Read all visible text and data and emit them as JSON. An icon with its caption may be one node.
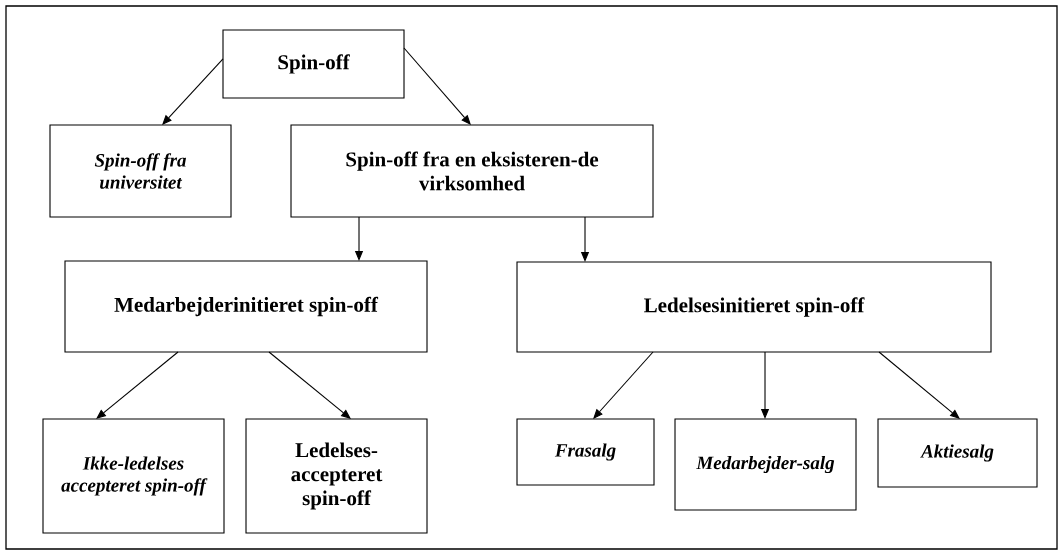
{
  "diagram": {
    "nodes": [
      {
        "text": [
          "Spin-off"
        ]
      },
      {
        "text": [
          "Spin-off fra universitet"
        ]
      },
      {
        "text": [
          "Spin-off fra en eksisteren-de virksomhed"
        ]
      },
      {
        "text": [
          "Medarbejderinitieret spin-off"
        ]
      },
      {
        "text": [
          "Ledelsesinitieret spin-off"
        ]
      },
      {
        "text": [
          "Ikke-ledelses accepteret spin-off"
        ]
      },
      {
        "text": [
          "Ledelses-accepteret spin-off"
        ]
      },
      {
        "text": [
          "Frasalg"
        ]
      },
      {
        "text": [
          "Medarbejder-salg"
        ]
      },
      {
        "text": [
          "Aktiesalg"
        ]
      }
    ],
    "edges": [
      {
        "from": 0,
        "to": 1,
        "arrow": "to"
      },
      {
        "from": 0,
        "to": 2,
        "arrow": "to"
      },
      {
        "from": 2,
        "to": 3,
        "arrow": "to"
      },
      {
        "from": 2,
        "to": 4,
        "arrow": "to"
      },
      {
        "from": 3,
        "to": 5,
        "arrow": "to"
      },
      {
        "from": 3,
        "to": 6,
        "arrow": "to"
      },
      {
        "from": 4,
        "to": 7,
        "arrow": "to"
      },
      {
        "from": 4,
        "to": 8,
        "arrow": "to"
      },
      {
        "from": 4,
        "to": 9,
        "arrow": "to"
      }
    ]
  }
}
